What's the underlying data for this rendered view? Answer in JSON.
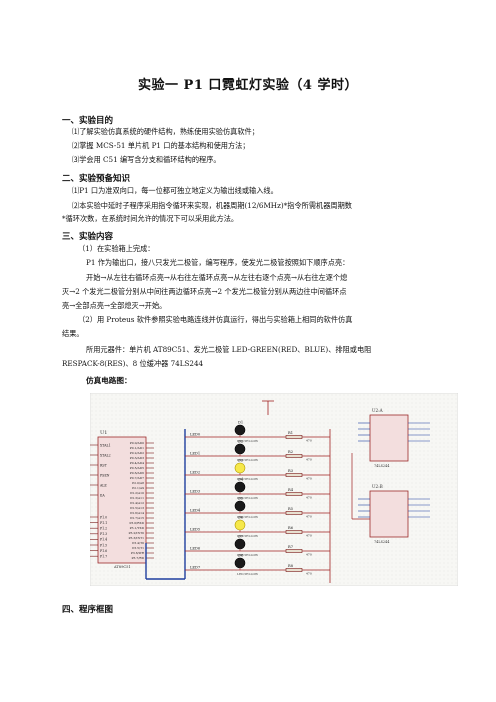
{
  "title": "实验一   P1 口霓虹灯实验（4 学时）",
  "sections": [
    {
      "heading": "一、实验目的",
      "lines": [
        "⑴了解实验仿真系统的硬件结构，熟练使用实验仿真软件；",
        "⑵掌握 MCS-51 单片机 P1 口的基本结构和使用方法；",
        "⑶学会用 C51 编写含分支和循环结构的程序。"
      ]
    },
    {
      "heading": "二、实验预备知识",
      "lines": [
        "⑴P1 口为准双向口，每一位都可独立地定义为输出线或输入线。",
        "⑵本实验中延时子程序采用指令循环来实现，机器周期(12/6MHz)*指令所需机器周期数",
        "*循环次数，在系统时间允许的情况下可以采用此方法。"
      ]
    },
    {
      "heading": "三、实验内容",
      "lines": [
        "（1）在实验箱上完成：",
        "P1 作为输出口，接八只发光二极管，编写程序，使发光二极管按照如下顺序点亮：",
        "开始→从左往右循环点亮→从右往左循环点亮→从左往右逐个点亮→从右往左逐个熄",
        "灭→2 个发光二极管分别从中间往两边循环点亮→2 个发光二极管分别从两边往中间循环点",
        "亮→全部点亮→全部熄灭→开始。",
        "（2）用 Proteus 软件参照实验电路连线并仿真运行，得出与实验箱上相同的软件仿真",
        "结果。",
        "所用元器件：单片机 AT89C51、发光二极管 LED-GREEN(RED、BLUE)、排阻或电阻",
        "RESPACK-8(RES)、8 位缓冲器 74LS244"
      ],
      "subheading": "仿真电路图："
    },
    {
      "heading": "四、程序框图"
    }
  ],
  "schematic": {
    "mcu_label": "U1",
    "mcu_pins_left": [
      "XTAL1",
      "XTAL2",
      "RST",
      "PSEN",
      "ALE",
      "EA",
      "P1.0",
      "P1.1",
      "P1.2",
      "P1.3",
      "P1.4",
      "P1.5",
      "P1.6",
      "P1.7"
    ],
    "mcu_pins_right": [
      "P0.0/AD0",
      "P0.1/AD1",
      "P0.2/AD2",
      "P0.3/AD3",
      "P0.4/AD4",
      "P0.5/AD5",
      "P0.6/AD6",
      "P0.7/AD7",
      "P2.0/A8",
      "P2.1/A9",
      "P2.2/A10",
      "P2.3/A11",
      "P2.4/A12",
      "P2.5/A13",
      "P2.6/A14",
      "P2.7/A15",
      "P3.0/RXD",
      "P3.1/TXD",
      "P3.2/INT0",
      "P3.3/INT1",
      "P3.4/T0",
      "P3.5/T1",
      "P3.6/WR",
      "P3.7/RD"
    ],
    "mcu_part": "AT89C51",
    "wire_labels": [
      "LED0",
      "LED1",
      "LED2",
      "LED3",
      "LED4",
      "LED5",
      "LED6",
      "LED7"
    ],
    "led_labels": [
      "D1",
      "D2",
      "D3",
      "D4",
      "D5",
      "D6",
      "D7",
      "D8"
    ],
    "led_part": "LED-YELLOW",
    "res_labels": [
      "R1",
      "R2",
      "R3",
      "R4",
      "R5",
      "R6",
      "R7",
      "R8"
    ],
    "res_value": "470",
    "buffer_labels": [
      "U2:A",
      "U2:B"
    ],
    "buffer_part": "74LS244",
    "lit_leds": [
      2,
      5
    ]
  }
}
